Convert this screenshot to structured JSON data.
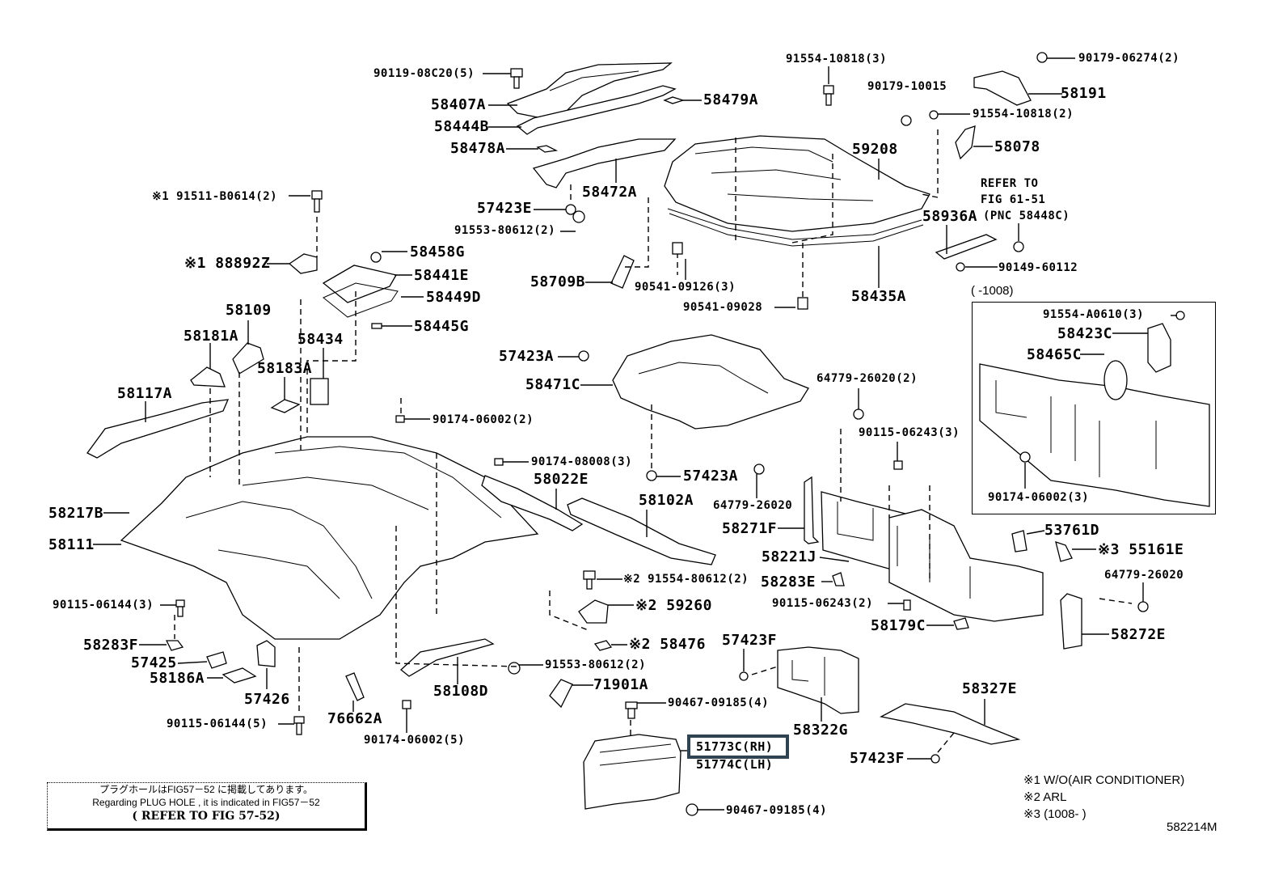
{
  "diagram": {
    "figure_code": "582214M",
    "highlight_color": "#2f4450",
    "range_note": "(      -1008)",
    "refer_fig_61": [
      "REFER TO",
      "FIG 61-51",
      "(PNC 58448C)"
    ],
    "labels": {
      "p90119_08C20": "90119-08C20(5)",
      "p58407A": "58407A",
      "p58444B": "58444B",
      "p58478A": "58478A",
      "p58479A": "58479A",
      "p58472A": "58472A",
      "p57423E": "57423E",
      "p91553_80612_top": "91553-80612(2)",
      "p58709B": "58709B",
      "p90541_09126": "90541-09126(3)",
      "p90541_09028": "90541-09028",
      "p91554_10818_3": "91554-10818(3)",
      "p90179_10015": "90179-10015",
      "p90179_06274": "90179-06274(2)",
      "p58191": "58191",
      "p91554_10818_2": "91554-10818(2)",
      "p58078": "58078",
      "p59208": "59208",
      "p58936A": "58936A",
      "p90149_60112": "90149-60112",
      "p58435A": "58435A",
      "p91511_B0614": "※1 91511-B0614(2)",
      "p88892Z": "※1 88892Z",
      "p58458G": "58458G",
      "p58441E": "58441E",
      "p58449D": "58449D",
      "p58445G": "58445G",
      "p58109": "58109",
      "p58181A": "58181A",
      "p58434": "58434",
      "p58183A": "58183A",
      "p58117A": "58117A",
      "p57423A_top": "57423A",
      "p58471C": "58471C",
      "p64779_26020_2": "64779-26020(2)",
      "p90174_06002_2": "90174-06002(2)",
      "p90174_08008": "90174-08008(3)",
      "p57423A_mid": "57423A",
      "p90115_06243_3": "90115-06243(3)",
      "p58022E": "58022E",
      "p58102A": "58102A",
      "p64779_26020_a": "64779-26020",
      "p58271F": "58271F",
      "p58221J": "58221J",
      "p58217B": "58217B",
      "p58111": "58111",
      "p91554_80612": "※2 91554-80612(2)",
      "p59260": "※2 59260",
      "p58476": "※2 58476",
      "p58283E": "58283E",
      "p90115_06243_2": "90115-06243(2)",
      "p58179C": "58179C",
      "p53761D": "53761D",
      "p55161E": "※3 55161E",
      "p64779_26020_b": "64779-26020",
      "p58272E": "58272E",
      "p90115_06144_3": "90115-06144(3)",
      "p58283F": "58283F",
      "p57425": "57425",
      "p58186A": "58186A",
      "p57426": "57426",
      "p90115_06144_5": "90115-06144(5)",
      "p76662A": "76662A",
      "p90174_06002_5": "90174-06002(5)",
      "p58108D": "58108D",
      "p91553_80612_bot": "91553-80612(2)",
      "p71901A": "71901A",
      "p57423F_a": "57423F",
      "p90467_09185_top": "90467-09185(4)",
      "p58322G": "58322G",
      "p58327E": "58327E",
      "p51773C": "51773C(RH)",
      "p51774C": "51774C(LH)",
      "p57423F_b": "57423F",
      "p90467_09185_bot": "90467-09185(4)",
      "inset_91554_A0610": "91554-A0610(3)",
      "inset_58423C": "58423C",
      "inset_58465C": "58465C",
      "inset_90174_06002": "90174-06002(3)"
    },
    "selected_part": "51773C(RH)"
  },
  "plug_hole_note": {
    "line_jp": "プラグホールはFIG57－52 に掲載してあります。",
    "line_en": "Regarding  PLUG HOLE , it is indicated in FIG57－52",
    "line_ref": "( REFER TO FIG 57-52)"
  },
  "legend": [
    "※1 W/O(AIR CONDITIONER)",
    "※2 ARL",
    "※3 (1008-      )"
  ]
}
